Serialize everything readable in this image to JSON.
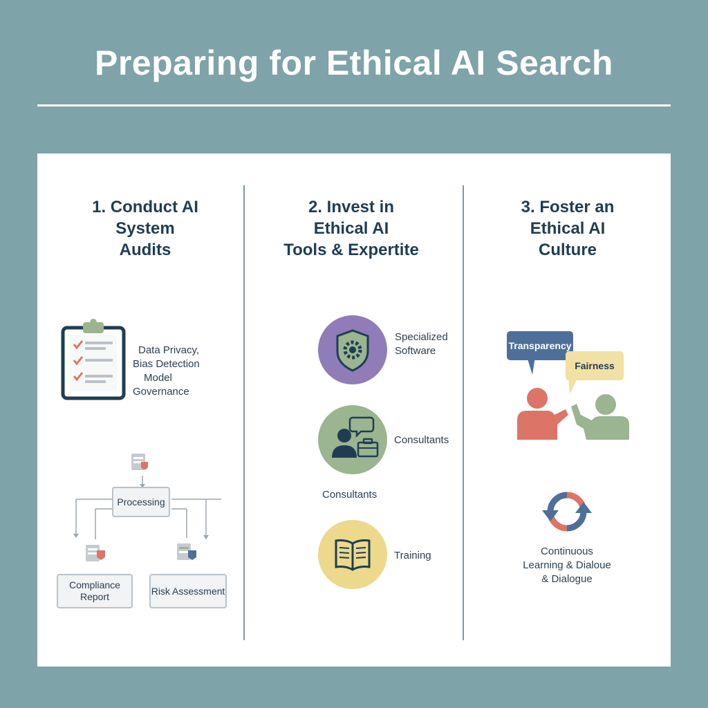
{
  "title": "Preparing for Ethical AI Search",
  "columns": [
    {
      "heading": [
        "1. Conduct AI",
        "System",
        "Audits"
      ],
      "checklist_labels": [
        "Data Privacy,",
        "Bias Detection",
        "Model",
        "Governance"
      ],
      "flow": {
        "center": "Processing",
        "left": [
          "Compliance",
          "Report"
        ],
        "right": "Risk Assessment"
      }
    },
    {
      "heading": [
        "2. Invest in",
        "Ethical AI",
        "Tools & Expertite"
      ],
      "items": [
        {
          "label": [
            "Specialized",
            "Software"
          ],
          "icon": "shield-gear-icon"
        },
        {
          "label": [
            "Consultants"
          ],
          "icon": "consultant-icon"
        },
        {
          "label": [
            "Training"
          ],
          "icon": "book-icon"
        }
      ],
      "extra_label": "Consultants"
    },
    {
      "heading": [
        "3. Foster an",
        "Ethical AI",
        "Culture"
      ],
      "bubbles": [
        "Transparency",
        "Fairness"
      ],
      "cycle_label": [
        "Continuous",
        "Learning & Dialoue",
        "& Dialogue"
      ]
    }
  ],
  "colors": {
    "background": "#7ea3a8",
    "heading": "#1f3d52",
    "purple": "#8f7cb8",
    "green": "#9ab590",
    "yellow": "#ecd98c",
    "blue": "#4d6f9a",
    "red": "#dc7468"
  }
}
